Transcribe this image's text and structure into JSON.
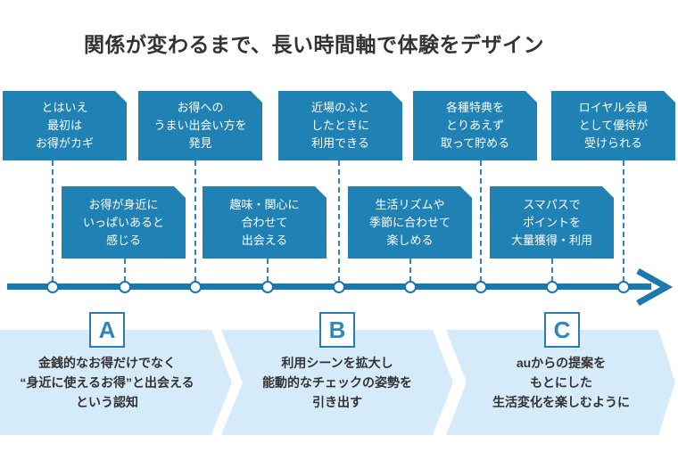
{
  "title": "関係が変わるまで、長い時間軸で体験をデザイン",
  "colors": {
    "callout_blue": "#1f81b4",
    "timeline_blue": "#1b79ae",
    "band_light_blue": "#d6ebf9",
    "phase_letter_blue": "#2e86ba",
    "text_dark": "#333333"
  },
  "callouts": {
    "row1": [
      {
        "lines": [
          "とはいえ",
          "最初は",
          "お得がカギ"
        ]
      },
      {
        "lines": [
          "お得への",
          "うまい出会い方を",
          "発見"
        ]
      },
      {
        "lines": [
          "近場のふと",
          "したときに",
          "利用できる"
        ]
      },
      {
        "lines": [
          "各種特典を",
          "とりあえず",
          "取って貯める"
        ]
      },
      {
        "lines": [
          "ロイヤル会員",
          "として優待が",
          "受けられる"
        ]
      }
    ],
    "row2": [
      {
        "lines": [
          "お得が身近に",
          "いっぱいあると",
          "感じる"
        ]
      },
      {
        "lines": [
          "趣味・関心に",
          "合わせて",
          "出会える"
        ]
      },
      {
        "lines": [
          "生活リズムや",
          "季節に合わせて",
          "楽しめる"
        ]
      },
      {
        "lines": [
          "スマパスで",
          "ポイントを",
          "大量獲得・利用"
        ]
      }
    ]
  },
  "phases": [
    {
      "label": "A",
      "lines": [
        "金銭的なお得だけでなく",
        "“身近に使えるお得”と出会える",
        "という認知"
      ]
    },
    {
      "label": "B",
      "lines": [
        "利用シーンを拡大し",
        "能動的なチェックの姿勢を",
        "引き出す"
      ]
    },
    {
      "label": "C",
      "lines": [
        "auからの提案を",
        "もとにした",
        "生活変化を楽しむように"
      ]
    }
  ]
}
